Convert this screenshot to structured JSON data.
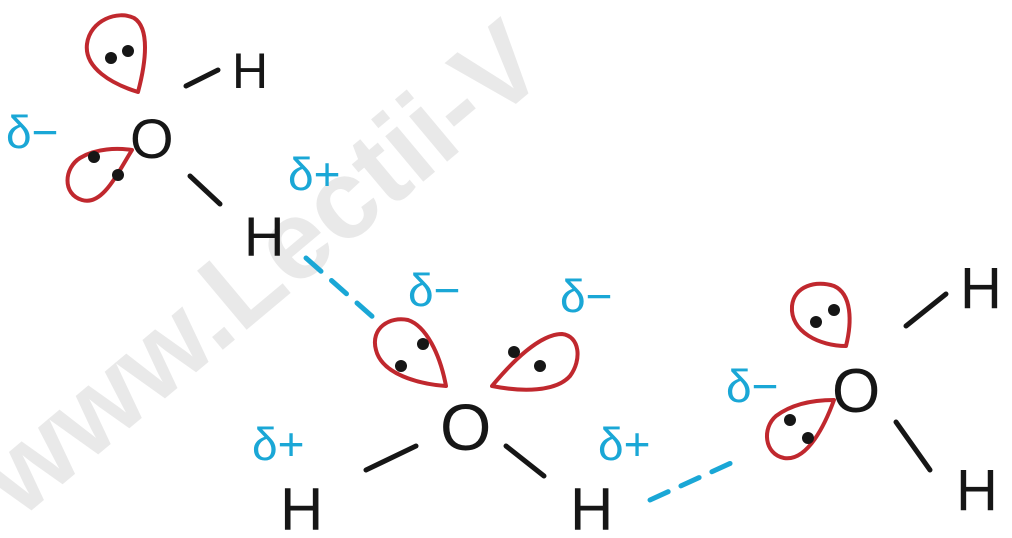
{
  "watermark": "www.Lectii-V",
  "colors": {
    "ink": "#161616",
    "lone_pair": "#c0282e",
    "charge": "#1aa7d6",
    "hbond": "#1aa7d6",
    "watermark": "#e9e9e9"
  },
  "symbols": {
    "oxygen": "O",
    "hydrogen": "H",
    "delta_minus": "δ−",
    "delta_plus": "δ+"
  }
}
